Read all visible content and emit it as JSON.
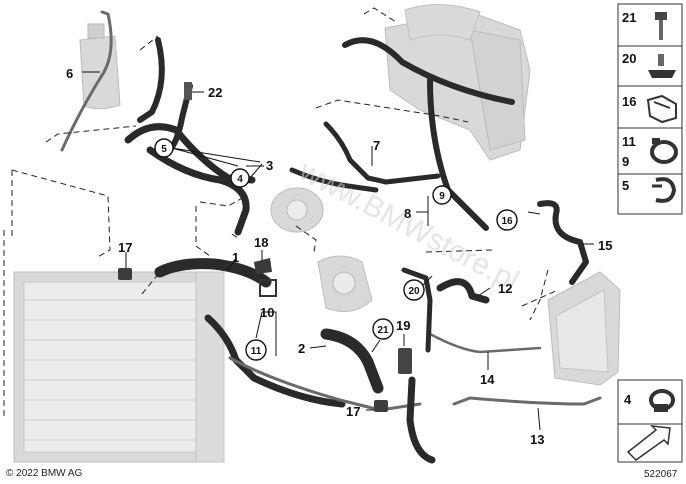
{
  "diagram": {
    "watermark": "www.BMWstore.pl",
    "copyright": "© 2022 BMW AG",
    "image_number": "522067",
    "callouts": {
      "c1": "1",
      "c2": "2",
      "c3": "3",
      "c4": "4",
      "c5": "5",
      "c6": "6",
      "c7": "7",
      "c8": "8",
      "c9": "9",
      "c10": "10",
      "c11": "11",
      "c12": "12",
      "c13": "13",
      "c14": "14",
      "c15": "15",
      "c16": "16",
      "c17a": "17",
      "c17b": "17",
      "c18": "18",
      "c19": "19",
      "c20": "20",
      "c21": "21",
      "c22": "22"
    },
    "circled": {
      "c5": "5",
      "c4": "4",
      "c9": "9",
      "c16": "16",
      "c20": "20",
      "c21": "21",
      "c11": "11"
    },
    "legend": {
      "items": [
        {
          "label": "21",
          "icon": "bolt-icon"
        },
        {
          "label": "20",
          "icon": "nut-icon"
        },
        {
          "label": "16",
          "icon": "bracket-icon"
        },
        {
          "label": "11",
          "label2": "9",
          "icon": "clamp-icon"
        },
        {
          "label": "5",
          "icon": "clip-icon"
        }
      ],
      "footer": {
        "label": "4",
        "icon": "spring-clamp-icon"
      }
    }
  }
}
